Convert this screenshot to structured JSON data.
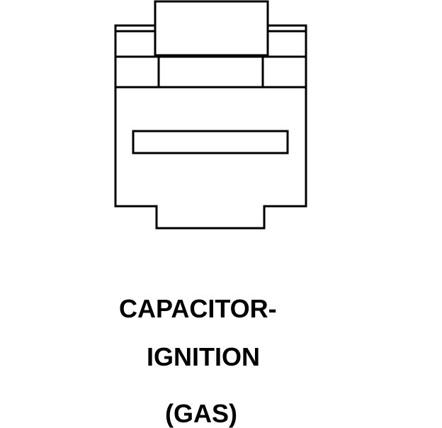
{
  "caption": {
    "line1": "CAPACITOR-",
    "line2": "IGNITION",
    "line3": "(GAS)"
  },
  "colors": {
    "stroke": "#000000",
    "background": "#ffffff"
  }
}
